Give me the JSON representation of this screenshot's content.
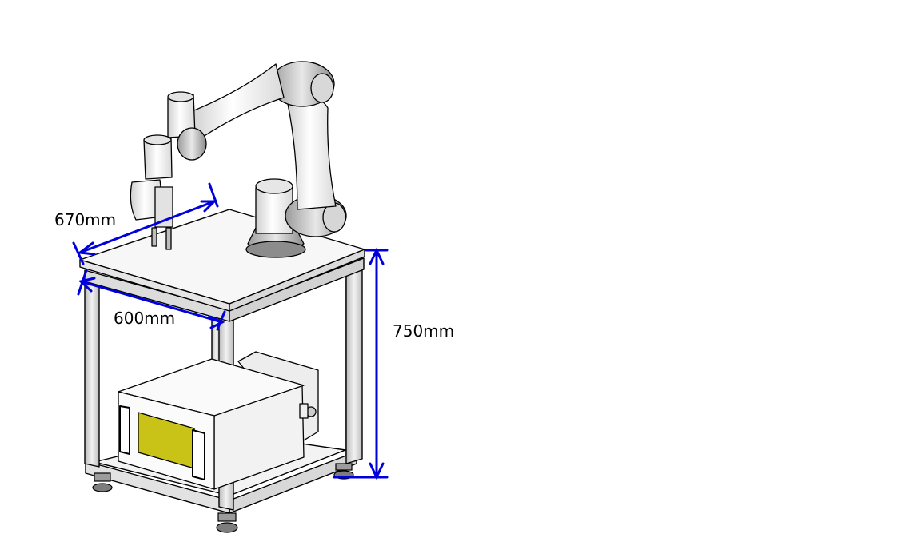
{
  "dimensions": {
    "depth": "670mm",
    "width": "600mm",
    "height": "750mm"
  },
  "colors": {
    "dimension_line": "#0000dd",
    "frame": "#dadada",
    "outline": "#000000",
    "panel": "#c9c318"
  }
}
